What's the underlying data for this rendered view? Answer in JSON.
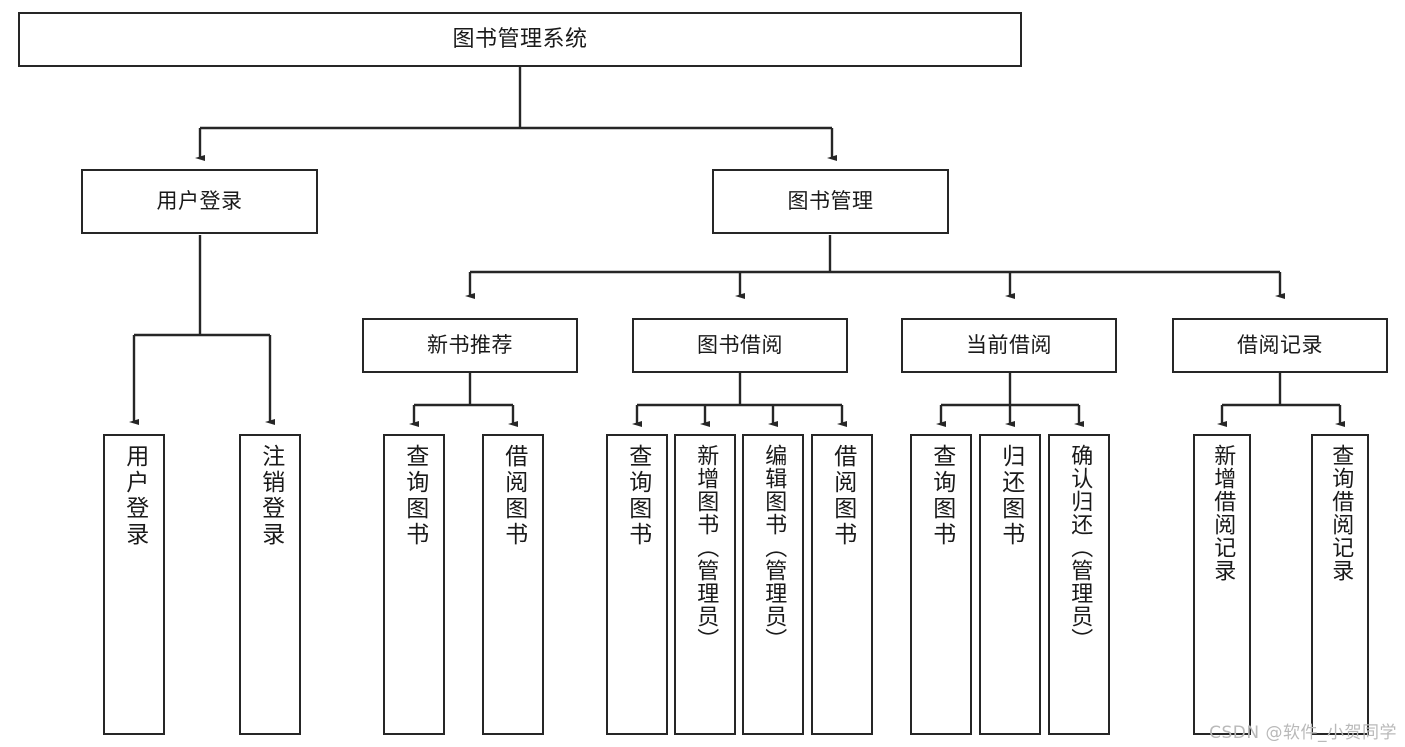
{
  "diagram": {
    "type": "tree",
    "title": "图书管理系统",
    "root": {
      "label": "图书管理系统"
    },
    "level2": [
      {
        "label": "用户登录"
      },
      {
        "label": "图书管理"
      }
    ],
    "level3": [
      {
        "label": "新书推荐"
      },
      {
        "label": "图书借阅"
      },
      {
        "label": "当前借阅"
      },
      {
        "label": "借阅记录"
      }
    ],
    "leaves": {
      "user_login": [
        {
          "label": "用户登录"
        },
        {
          "label": "注销登录"
        }
      ],
      "new_book_recommend": [
        {
          "label": "查询图书"
        },
        {
          "label": "借阅图书"
        }
      ],
      "book_borrow": [
        {
          "label": "查询图书"
        },
        {
          "label": "新增图书（管理员）"
        },
        {
          "label": "编辑图书（管理员）"
        },
        {
          "label": "借阅图书"
        }
      ],
      "current_borrow": [
        {
          "label": "查询图书"
        },
        {
          "label": "归还图书"
        },
        {
          "label": "确认归还（管理员）"
        }
      ],
      "borrow_record": [
        {
          "label": "新增借阅记录"
        },
        {
          "label": "查询借阅记录"
        }
      ]
    }
  },
  "watermark": {
    "text": "CSDN @软件_小贺同学"
  },
  "colors": {
    "border": "#262626",
    "text": "#1a1a1a",
    "background": "#ffffff",
    "watermark": "#b9b9b9"
  }
}
